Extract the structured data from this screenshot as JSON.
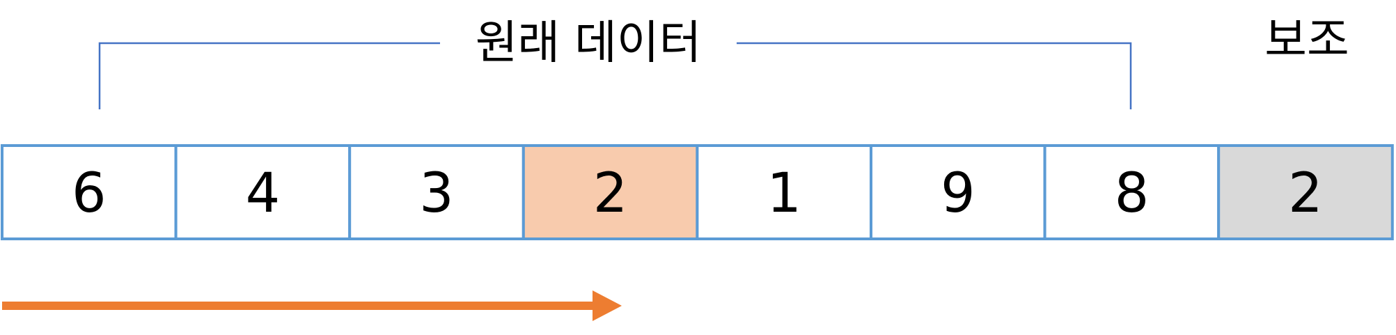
{
  "labels": {
    "original_data": "원래 데이터",
    "auxiliary": "보조"
  },
  "cells": [
    {
      "value": "6",
      "fill": "#FFFFFF"
    },
    {
      "value": "4",
      "fill": "#FFFFFF"
    },
    {
      "value": "3",
      "fill": "#FFFFFF"
    },
    {
      "value": "2",
      "fill": "#F8CBAD"
    },
    {
      "value": "1",
      "fill": "#FFFFFF"
    },
    {
      "value": "9",
      "fill": "#FFFFFF"
    },
    {
      "value": "8",
      "fill": "#FFFFFF"
    },
    {
      "value": "2",
      "fill": "#D9D9D9"
    }
  ],
  "colors": {
    "cell_border": "#5B9BD5",
    "bracket": "#4472C4",
    "arrow": "#ED7D31"
  }
}
